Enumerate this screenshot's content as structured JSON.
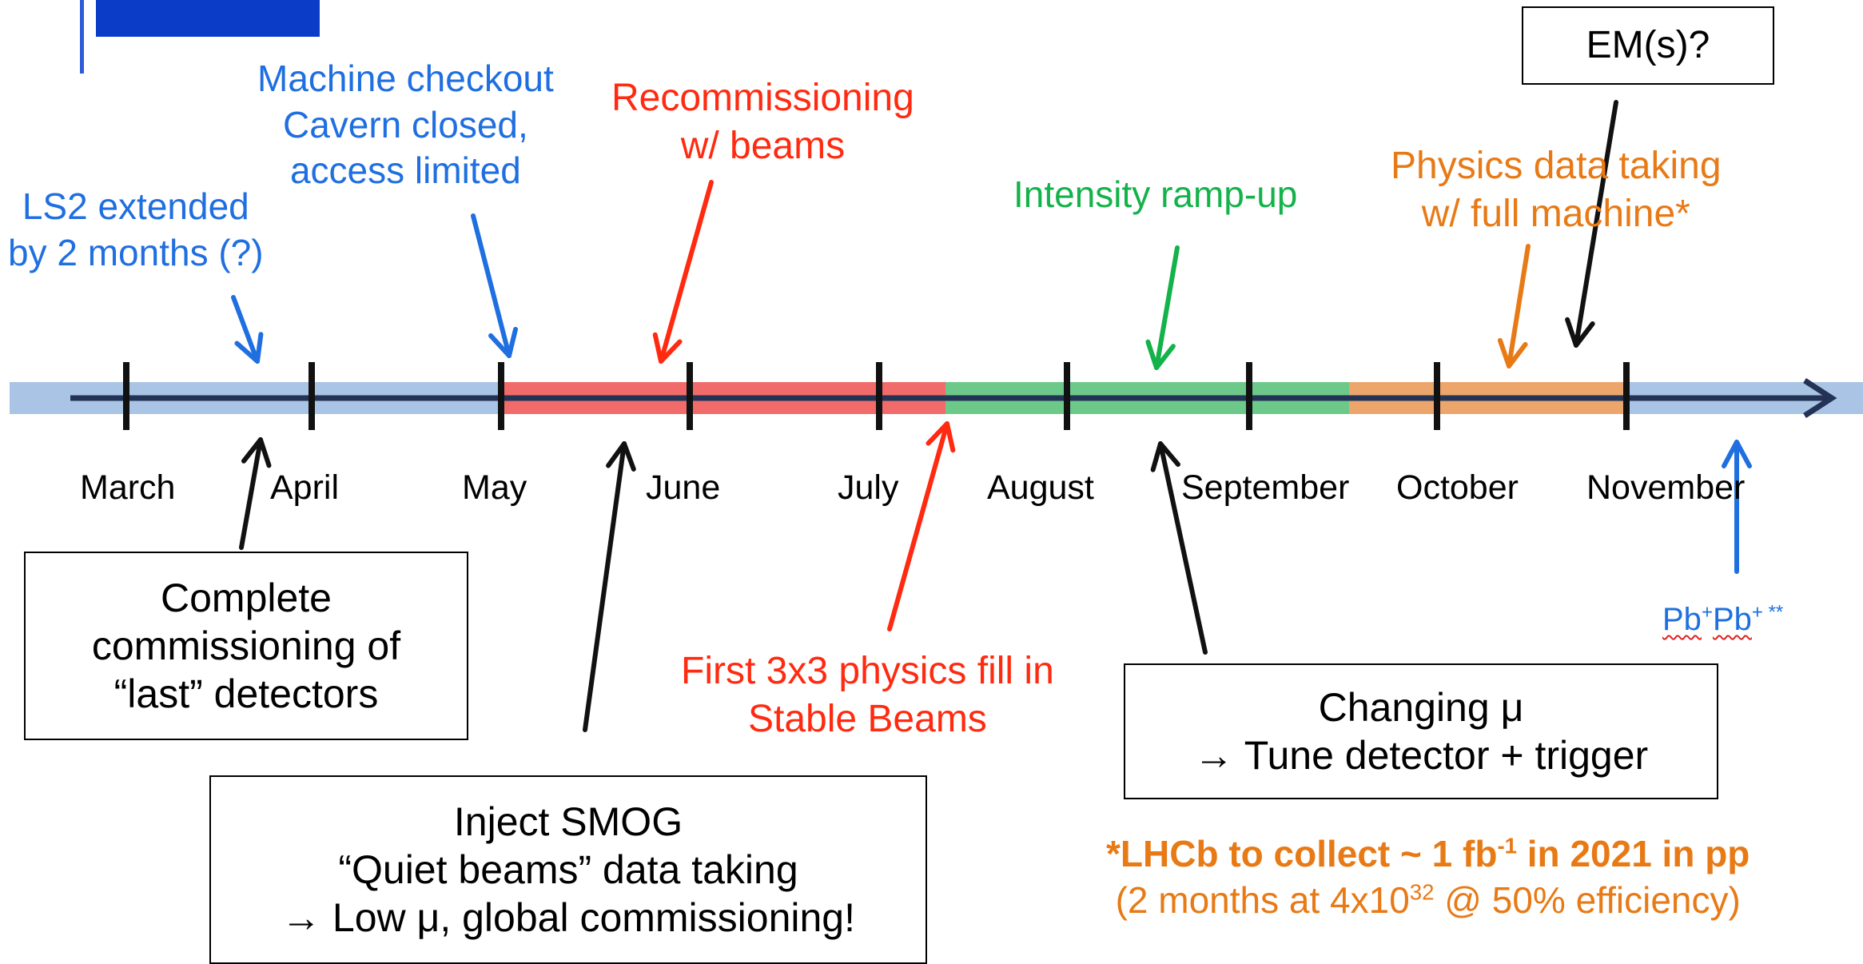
{
  "months": [
    "March",
    "April",
    "May",
    "June",
    "July",
    "August",
    "September",
    "October",
    "November"
  ],
  "phases": [
    {
      "name": "Recommissioning",
      "color": "#f26b6b"
    },
    {
      "name": "Intensity ramp-up",
      "color": "#6cc98a"
    },
    {
      "name": "Physics data taking",
      "color": "#eca56b"
    }
  ],
  "timeline_color": "#a9c4e4",
  "axis_color": "#223355",
  "top_labels": {
    "ls2": [
      "LS2 extended",
      "by 2 months (?)"
    ],
    "checkout": [
      "Machine checkout",
      "Cavern closed,",
      "access limited"
    ],
    "recomm": [
      "Recommissioning",
      "w/ beams"
    ],
    "ramp": "Intensity ramp-up",
    "physics": [
      "Physics data taking",
      "w/ full machine*"
    ],
    "em": "EM(s)?"
  },
  "bottom_labels": {
    "complete": [
      "Complete",
      "commissioning of",
      "“last” detectors"
    ],
    "smog": [
      "Inject SMOG",
      "“Quiet beams” data taking",
      "→ Low μ, global commissioning!"
    ],
    "first_fill": [
      "First 3x3 physics fill in",
      "Stable Beams"
    ],
    "changing": [
      "Changing μ",
      "→ Tune detector + trigger"
    ],
    "pbpb": {
      "a": "Pb",
      "b": "+",
      "c": "Pb",
      "d": "+",
      "e": " **"
    }
  },
  "footnote": {
    "line1_pre": "*LHCb to collect ~ 1 fb",
    "line1_sup": "-1",
    "line1_post": " in 2021 in pp",
    "line2_pre": "(2 months at 4x10",
    "line2_sup": "32",
    "line2_post": " @ 50% efficiency)"
  }
}
